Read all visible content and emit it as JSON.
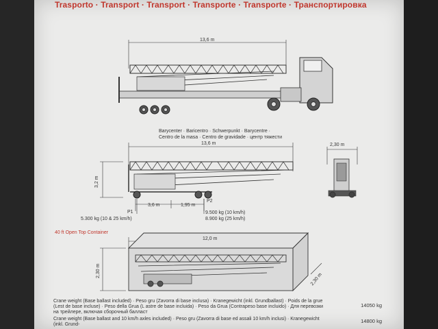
{
  "title": "Trasporto · Transport · Transport · Transporte · Transporte · Транспортировка",
  "truck": {
    "length": "13,6 m"
  },
  "side": {
    "barycenter": "Barycenter · Baricentro · Schwerpunkt · Barycentre ·",
    "barycenter2": "Centro de la masa · Centro de gravidade · центр тяжести",
    "length": "13,6 m",
    "height": "3,2 m",
    "width": "2,30 m",
    "dim1": "3,6 m",
    "dim2": "1,95 m",
    "p1": "P1",
    "p2": "P2",
    "p1_weight": "5.300 kg (10 & 25 km/h)",
    "p2_weight_a": "9.500 kg (10 km/h)",
    "p2_weight_b": "8.900 kg (25 km/h)"
  },
  "container": {
    "label": "40 ft Open Top Container",
    "length": "12,0 m",
    "height": "2,30 m",
    "width": "2,30 m"
  },
  "weights": [
    {
      "text": "Crane weight (Base ballast included) · Peso gru (Zavorra di base inclusa) · Kranegewicht (inkl. Grundballast) · Poids de la grue (Lest de base incluse) · Peso della Grua (L astre de base incluida) · Peso da Grua (Contrapeso base incluido) · Для перевозки на трейлере, включая сборочный балласт",
      "value": "14050 kg"
    },
    {
      "text": "Crane weight (Base ballast and 10 km/h axles included) · Peso gru (Zavorra di base ed assali 10 km/h inclusi) · Kranegewicht (inkl. Grund-",
      "value": "14800 kg"
    }
  ]
}
